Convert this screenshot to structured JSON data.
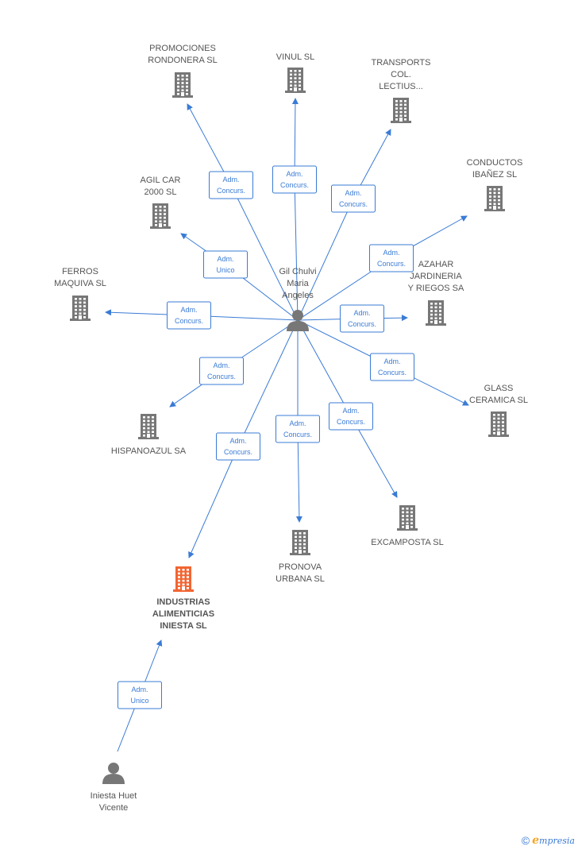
{
  "colors": {
    "accent": "#3a7bd5",
    "building": "#777777",
    "highlight": "#f26532",
    "person": "#777777"
  },
  "nodes": [
    {
      "id": "gil",
      "type": "person",
      "lines": [
        "Gil Chulvi",
        "Maria",
        "Angeles"
      ]
    },
    {
      "id": "iniesta",
      "type": "person",
      "lines": [
        "Iniesta Huet",
        "Vicente"
      ]
    },
    {
      "id": "promociones",
      "type": "company",
      "lines": [
        "PROMOCIONES",
        "RONDONERA SL"
      ]
    },
    {
      "id": "vinul",
      "type": "company",
      "lines": [
        "VINUL SL"
      ]
    },
    {
      "id": "transports",
      "type": "company",
      "lines": [
        "TRANSPORTS",
        "COL.",
        "LECTIUS..."
      ]
    },
    {
      "id": "conductos",
      "type": "company",
      "lines": [
        "CONDUCTOS",
        "IBAÑEZ SL"
      ]
    },
    {
      "id": "agil",
      "type": "company",
      "lines": [
        "AGIL CAR",
        "2000 SL"
      ]
    },
    {
      "id": "ferros",
      "type": "company",
      "lines": [
        "FERROS",
        "MAQUIVA SL"
      ]
    },
    {
      "id": "azahar",
      "type": "company",
      "lines": [
        "AZAHAR",
        "JARDINERIA",
        "Y RIEGOS SA"
      ]
    },
    {
      "id": "glass",
      "type": "company",
      "lines": [
        "GLASS",
        "CERAMICA SL"
      ]
    },
    {
      "id": "hispanoazul",
      "type": "company",
      "lines": [
        "HISPANOAZUL SA"
      ]
    },
    {
      "id": "excamposta",
      "type": "company",
      "lines": [
        "EXCAMPOSTA SL"
      ]
    },
    {
      "id": "pronova",
      "type": "company",
      "lines": [
        "PRONOVA",
        "URBANA SL"
      ]
    },
    {
      "id": "industrias",
      "type": "company",
      "highlight": true,
      "lines": [
        "INDUSTRIAS",
        "ALIMENTICIAS",
        "INIESTA SL"
      ]
    }
  ],
  "edges": [
    {
      "from": "gil",
      "to": "promociones",
      "label": [
        "Adm.",
        "Concurs."
      ]
    },
    {
      "from": "gil",
      "to": "vinul",
      "label": [
        "Adm.",
        "Concurs."
      ]
    },
    {
      "from": "gil",
      "to": "transports",
      "label": [
        "Adm.",
        "Concurs."
      ]
    },
    {
      "from": "gil",
      "to": "conductos",
      "label": [
        "Adm.",
        "Concurs."
      ]
    },
    {
      "from": "gil",
      "to": "agil",
      "label": [
        "Adm.",
        "Unico"
      ]
    },
    {
      "from": "gil",
      "to": "ferros",
      "label": [
        "Adm.",
        "Concurs."
      ]
    },
    {
      "from": "gil",
      "to": "azahar",
      "label": [
        "Adm.",
        "Concurs."
      ]
    },
    {
      "from": "gil",
      "to": "glass",
      "label": [
        "Adm.",
        "Concurs."
      ]
    },
    {
      "from": "gil",
      "to": "hispanoazul",
      "label": [
        "Adm.",
        "Concurs."
      ]
    },
    {
      "from": "gil",
      "to": "excamposta",
      "label": [
        "Adm.",
        "Concurs."
      ]
    },
    {
      "from": "gil",
      "to": "pronova",
      "label": [
        "Adm.",
        "Concurs."
      ]
    },
    {
      "from": "gil",
      "to": "industrias",
      "label": [
        "Adm.",
        "Concurs."
      ]
    },
    {
      "from": "iniesta",
      "to": "industrias",
      "label": [
        "Adm.",
        "Unico"
      ]
    }
  ],
  "footer": {
    "copyright": "©",
    "brand_initial": "e",
    "brand_rest": "mpresia"
  }
}
